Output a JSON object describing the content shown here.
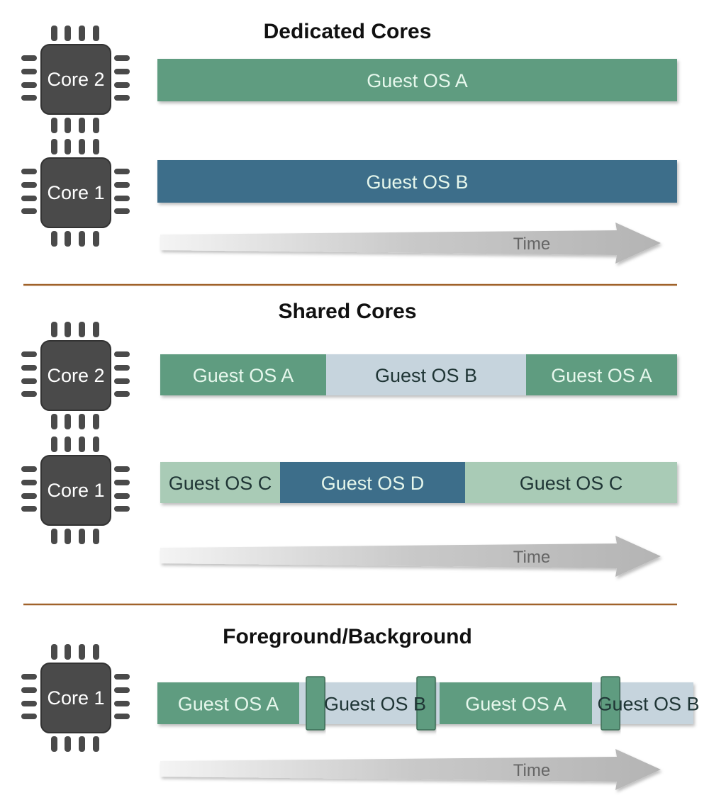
{
  "colors": {
    "green": "#5e9c80",
    "dark_blue": "#3d6e8a",
    "light_blue": "#c6d4dd",
    "light_green": "#a9cbb6",
    "chip": "#4a4a4a",
    "divider": "#a0622a",
    "text_on_dark": "#e6f7ec",
    "text_on_light": "#1f3535"
  },
  "sections": [
    {
      "title": "Dedicated Cores",
      "time_label": "Time",
      "rows": [
        {
          "core": "Core 2",
          "segments": [
            {
              "label": "Guest OS A",
              "color": "green"
            }
          ]
        },
        {
          "core": "Core 1",
          "segments": [
            {
              "label": "Guest OS B",
              "color": "dark_blue"
            }
          ]
        }
      ]
    },
    {
      "title": "Shared Cores",
      "time_label": "Time",
      "rows": [
        {
          "core": "Core 2",
          "segments": [
            {
              "label": "Guest OS A",
              "color": "green"
            },
            {
              "label": "Guest OS B",
              "color": "light_blue"
            },
            {
              "label": "Guest OS A",
              "color": "green"
            }
          ]
        },
        {
          "core": "Core 1",
          "segments": [
            {
              "label": "Guest OS C",
              "color": "light_green"
            },
            {
              "label": "Guest OS D",
              "color": "dark_blue"
            },
            {
              "label": "Guest OS C",
              "color": "light_green"
            }
          ]
        }
      ]
    },
    {
      "title": "Foreground/Background",
      "time_label": "Time",
      "rows": [
        {
          "core": "Core 1",
          "segments": [
            {
              "label": "Guest OS A",
              "color": "green"
            },
            {
              "label": "Guest OS B",
              "color": "light_blue"
            },
            {
              "label": "Guest OS A",
              "color": "green"
            },
            {
              "label": "Guest OS B",
              "color": "light_blue"
            }
          ]
        }
      ]
    }
  ]
}
